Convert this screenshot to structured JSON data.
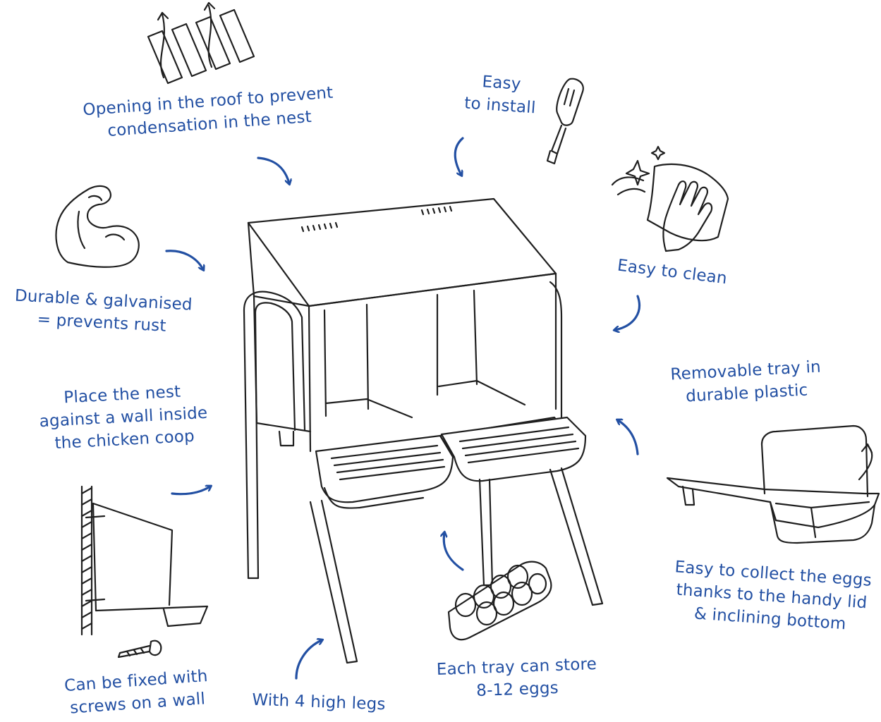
{
  "colors": {
    "ink": "#1f1f1f",
    "accent": "#2350a3",
    "background": "#ffffff"
  },
  "labels": {
    "roof_opening": {
      "line1": "Opening in the roof to prevent",
      "line2": "condensation in the nest"
    },
    "easy_install": {
      "line1": "Easy",
      "line2": "to install"
    },
    "durable": {
      "line1": "Durable & galvanised",
      "line2": "= prevents rust"
    },
    "easy_clean": {
      "line1": "Easy to clean"
    },
    "place_nest": {
      "line1": "Place the nest",
      "line2": "against a wall inside",
      "line3": "the chicken coop"
    },
    "removable_tray": {
      "line1": "Removable tray in",
      "line2": "durable plastic"
    },
    "collect_eggs": {
      "line1": "Easy to collect the eggs",
      "line2": "thanks to the handy lid",
      "line3": "& inclining bottom"
    },
    "screws": {
      "line1": "Can be fixed with",
      "line2": "screws on a wall"
    },
    "legs": {
      "line1": "With 4 high legs"
    },
    "tray_capacity": {
      "line1": "Each tray can store",
      "line2": "8-12 eggs"
    }
  },
  "icons": [
    "vent-slats-icon",
    "screwdriver-icon",
    "flexed-arm-icon",
    "cleaning-hand-icon",
    "egg-carton-icon",
    "screw-icon",
    "wall-mount-icon",
    "removable-tray-icon",
    "nest-box-illustration"
  ]
}
